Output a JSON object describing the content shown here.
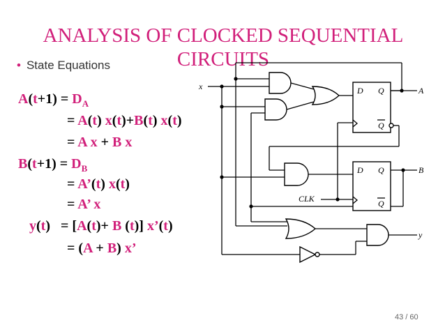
{
  "slide": {
    "title": "ANALYSIS OF CLOCKED SEQUENTIAL CIRCUITS",
    "bullet": "State Equations",
    "page_number": "43 / 60"
  },
  "equations": [
    {
      "lhs": [
        "A",
        "(",
        "t",
        "+1",
        ") = ",
        "D",
        "A"
      ]
    },
    {
      "rhs": [
        "= ",
        "A",
        "(",
        "t",
        ") ",
        "x",
        "(",
        "t",
        ")+",
        "B",
        "(",
        "t",
        ") ",
        "x",
        "(",
        "t",
        ")"
      ]
    },
    {
      "rhs": [
        "= ",
        "A x",
        " + ",
        "B x"
      ]
    },
    {
      "lhs": [
        "B",
        "(",
        "t",
        "+1",
        ") = ",
        "D",
        "B"
      ]
    },
    {
      "rhs": [
        "= ",
        "A’",
        "(",
        "t",
        ") ",
        "x",
        "(",
        "t",
        ")"
      ]
    },
    {
      "rhs": [
        "= ",
        "A’ x"
      ]
    },
    {
      "lhs": [
        "y",
        "(",
        "t",
        ")",
        "   = [",
        "A",
        "(",
        "t",
        ")+ ",
        "B",
        " (",
        "t",
        ")] ",
        "x’",
        "(",
        "t",
        ")"
      ]
    },
    {
      "rhs": [
        "= (",
        "A",
        " + ",
        "B",
        ") ",
        "x’"
      ]
    }
  ],
  "circuit": {
    "labels": {
      "x": "x",
      "A": "A",
      "B": "B",
      "y": "y",
      "clk": "CLK",
      "d": "D",
      "q": "Q",
      "qbar": "Q"
    },
    "colors": {
      "accent": "#d11f7a",
      "wire": "#000000"
    }
  }
}
